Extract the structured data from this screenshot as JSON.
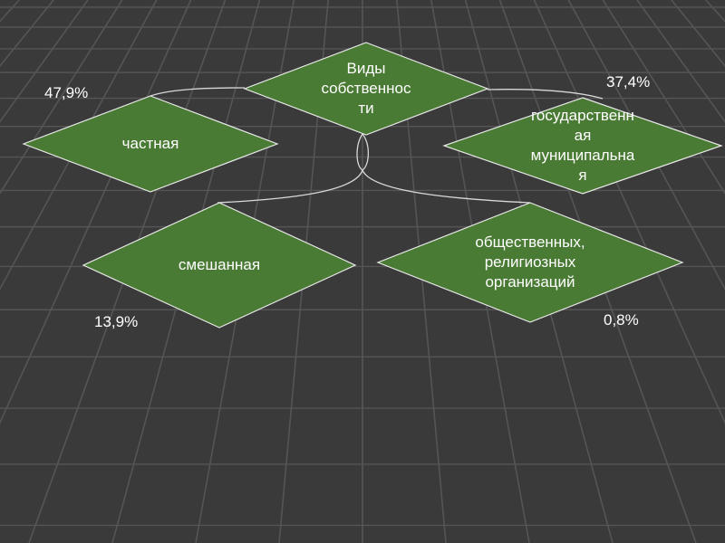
{
  "diagram": {
    "root": {
      "label": "Виды\nсобственнос\nти"
    },
    "nodes": [
      {
        "id": "private",
        "label": "частная",
        "percent": "47,9%"
      },
      {
        "id": "state",
        "label": "государственн\nая\nмуниципальна\nя",
        "percent": "37,4%"
      },
      {
        "id": "mixed",
        "label": "смешанная",
        "percent": "13,9%"
      },
      {
        "id": "public",
        "label": "общественных,\nрелигиозных\nорганизаций",
        "percent": "0,8%"
      }
    ]
  },
  "colors": {
    "background": "#3a3a3a",
    "grid": "#555555",
    "diamond_fill": "#4a7b34",
    "diamond_stroke": "#e8e8e8",
    "connector": "#d8d8d8",
    "text": "#ffffff"
  }
}
